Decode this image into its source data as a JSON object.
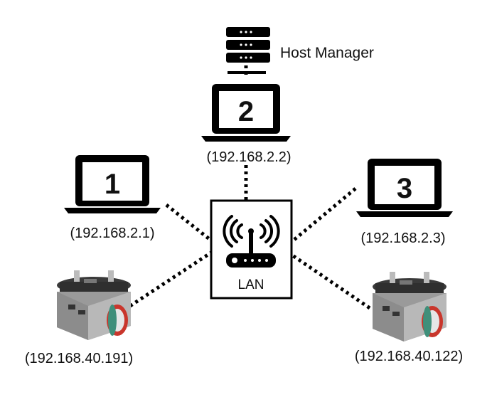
{
  "diagram": {
    "host_manager_label": "Host Manager",
    "router_label": "LAN",
    "laptops": [
      {
        "number": "2",
        "ip": "(192.168.2.2)"
      },
      {
        "number": "1",
        "ip": "(192.168.2.1)"
      },
      {
        "number": "3",
        "ip": "(192.168.2.3)"
      }
    ],
    "robots": [
      {
        "ip": "(192.168.40.191)"
      },
      {
        "ip": "(192.168.40.122)"
      }
    ]
  },
  "colors": {
    "line": "#000000",
    "robot_body": "#9a9a9a",
    "robot_board": "#2f2f2f",
    "robot_accent": "#c9362c",
    "robot_wheel": "#3f8f7a"
  },
  "icons": [
    "server-icon",
    "laptop-icon",
    "wifi-router-icon",
    "robot-icon"
  ]
}
